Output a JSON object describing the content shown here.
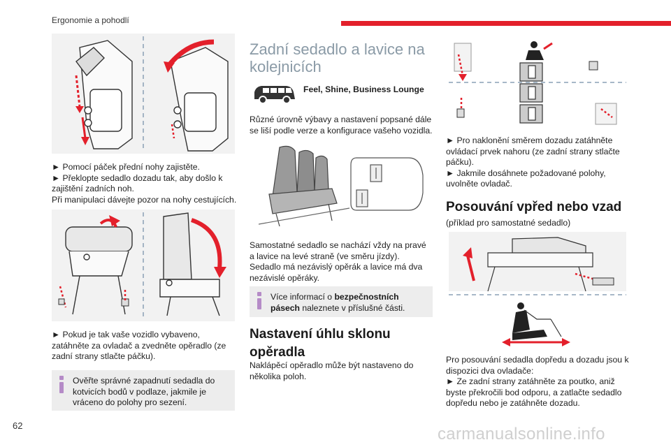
{
  "header": {
    "section_title": "Ergonomie a pohodlí",
    "accent_color": "#e3202b"
  },
  "page": {
    "number": "62",
    "watermark": "carmanualsonline.info"
  },
  "col1": {
    "para1_line1": "► Pomocí páček přední nohy zajistěte.",
    "para1_line2": "► Překlopte sedadlo dozadu tak, aby došlo k zajištění zadních noh.",
    "para1_line3": "Při manipulaci dávejte pozor na nohy cestujících.",
    "para2": "► Pokud je tak vaše vozidlo vybaveno, zatáhněte za ovladač a zvedněte opěradlo (ze zadní strany stlačte páčku).",
    "info": "Ověřte správné zapadnutí sedadla do kotvicích bodů v podlaze, jakmile je vráceno do polohy pro sezení."
  },
  "col2": {
    "heading": "Zadní sedadlo a lavice na kolejnicích",
    "trim_feel": "Feel",
    "trim_sep1": ", ",
    "trim_shine": "Shine",
    "trim_sep2": ", ",
    "trim_business": "Business Lounge",
    "para1": "Různé úrovně výbavy a nastavení popsané dále se liší podle verze a konfigurace vašeho vozidla.",
    "para2_line1": "Samostatné sedadlo se nachází vždy na pravé a lavice na levé straně (ve směru jízdy).",
    "para2_line2": "Sedadlo má nezávislý opěrák a lavice má dva nezávislé opěráky.",
    "info_prefix": "Více informací o ",
    "info_bold": "bezpečnostních pásech",
    "info_suffix": " naleznete v příslušné části.",
    "heading2": "Nastavení úhlu sklonu opěradla",
    "para3": "Naklápěcí opěradlo může být nastaveno do několika poloh."
  },
  "col3": {
    "para1_line1": "► Pro naklonění směrem dozadu zatáhněte ovládací prvek nahoru (ze zadní strany stlačte páčku).",
    "para1_line2": "► Jakmile dosáhnete požadované polohy, uvolněte ovladač.",
    "heading": "Posouvání vpřed nebo vzad",
    "subnote": "(příklad pro samostatné sedadlo)",
    "para2_line1": "Pro posouvání sedadla dopředu a dozadu jsou k dispozici dva ovladače:",
    "para2_line2": "► Ze zadní strany zatáhněte za poutko, aniž byste překročili bod odporu, a zatlačte sedadlo dopředu nebo je zatáhněte dozadu."
  }
}
